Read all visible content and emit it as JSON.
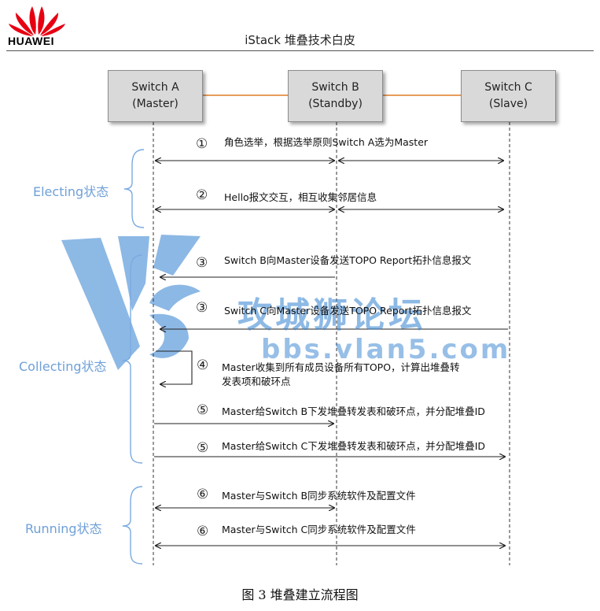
{
  "header": {
    "brand": "HUAWEI",
    "doc_title": "iStack 堆叠技术白皮",
    "logo_color": "#e60012"
  },
  "switches": [
    {
      "name": "Switch A",
      "role": "(Master)"
    },
    {
      "name": "Switch B",
      "role": "(Standby)"
    },
    {
      "name": "Switch C",
      "role": "(Slave)"
    }
  ],
  "phases": [
    {
      "label": "Electing状态"
    },
    {
      "label": "Collecting状态"
    },
    {
      "label": "Running状态"
    }
  ],
  "messages": [
    {
      "num": "①",
      "text": "角色选举，根据选举原则Switch A选为Master"
    },
    {
      "num": "②",
      "text": "Hello报文交互，相互收集邻居信息"
    },
    {
      "num": "③",
      "text": "Switch B向Master设备发送TOPO Report拓扑信息报文"
    },
    {
      "num": "③",
      "text": "Switch C向Master设备发送TOPO Report拓扑信息报文"
    },
    {
      "num": "④",
      "text": "Master收集到所有成员设备所有TOPO，计算出堆叠转",
      "text2": "发表项和破环点"
    },
    {
      "num": "⑤",
      "text": "Master给Switch B下发堆叠转发表和破环点，并分配堆叠ID"
    },
    {
      "num": "⑤",
      "text": "Master给Switch C下发堆叠转发表和破环点，并分配堆叠ID"
    },
    {
      "num": "⑥",
      "text": "Master与Switch B同步系统软件及配置文件"
    },
    {
      "num": "⑥",
      "text": "Master与Switch C同步系统软件及配置文件"
    }
  ],
  "watermark": {
    "title": "攻城狮论坛",
    "url": "bbs.vlan5.com",
    "color": "#2f7fd0"
  },
  "caption": "图 3 堆叠建立流程图",
  "colors": {
    "link": "#e07b22",
    "phase": "#6fa0d8",
    "bracket": "#7aaae0",
    "switch_bg": "#d9d9d9"
  }
}
